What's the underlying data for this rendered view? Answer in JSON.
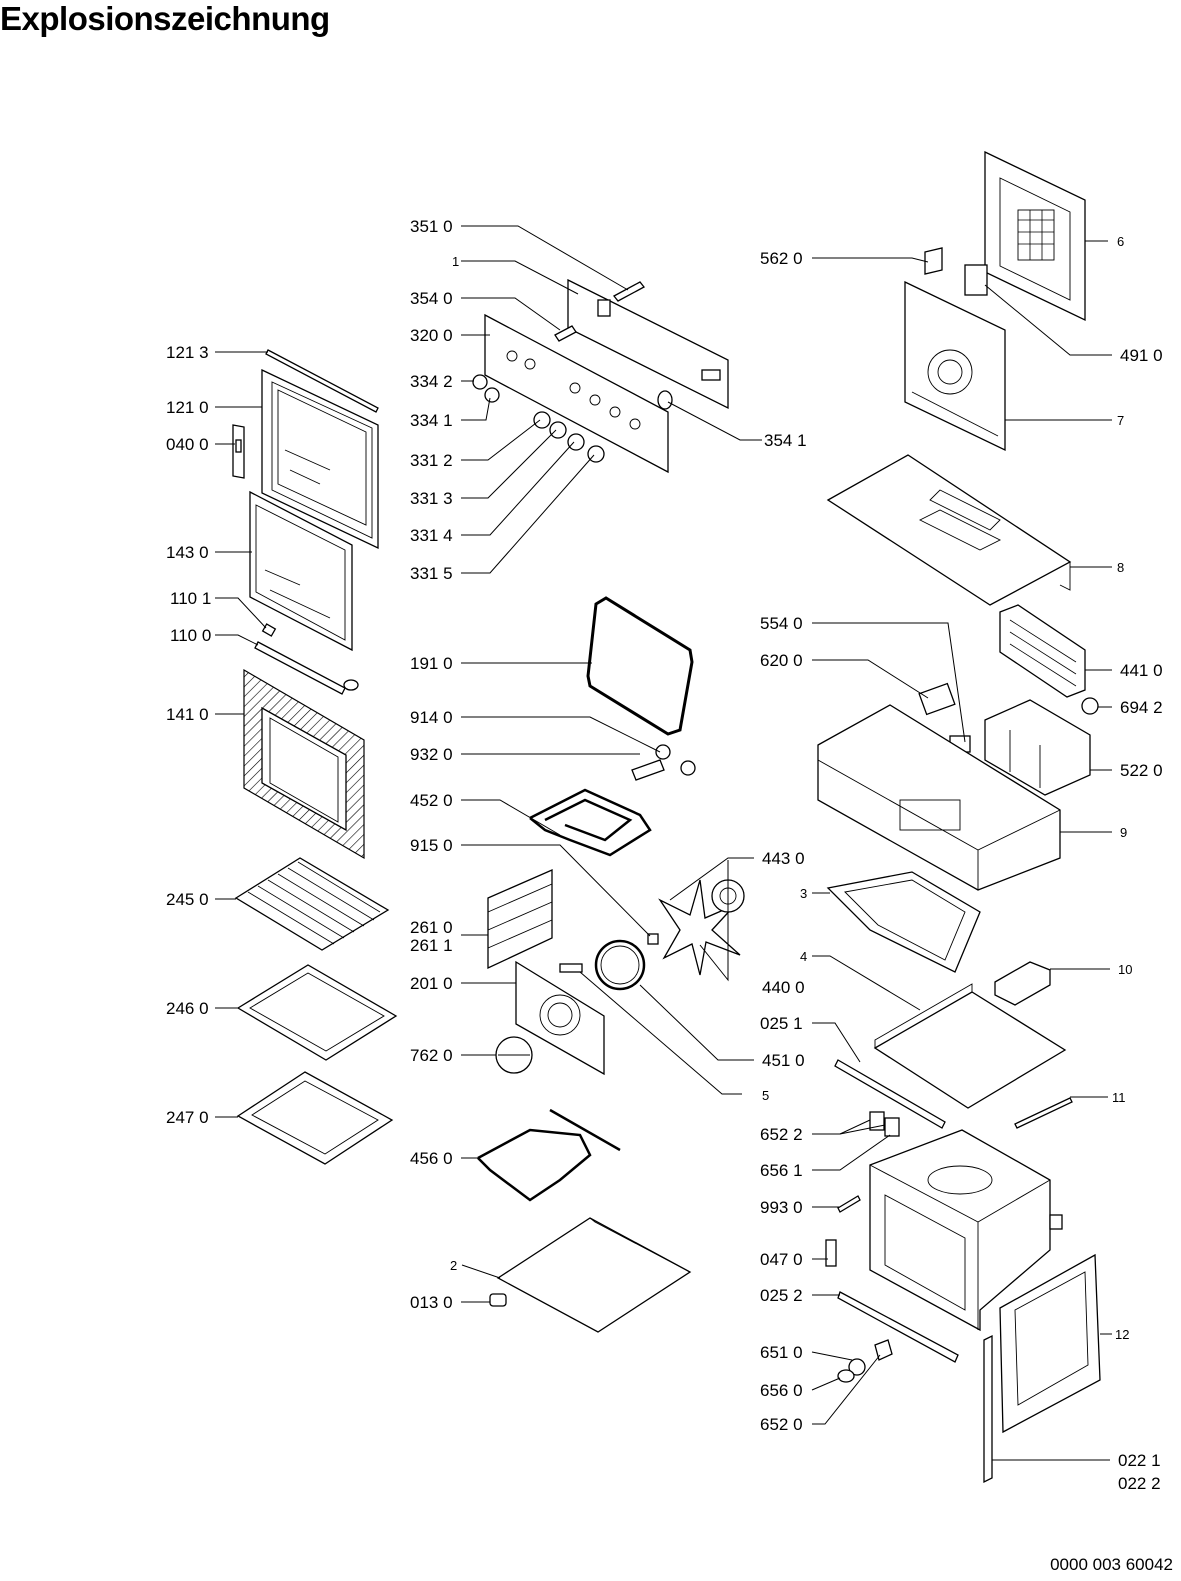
{
  "title": "Explosionszeichnung",
  "footer_code": "0000 003 60042",
  "labels": {
    "l3510": "351 0",
    "l1": "1",
    "l3540": "354 0",
    "l3200": "320 0",
    "l1213": "121 3",
    "l1210": "121 0",
    "l0400": "040 0",
    "l3342": "334 2",
    "l3341": "334 1",
    "l3312": "331 2",
    "l3313": "331 3",
    "l3314": "331 4",
    "l3315": "331 5",
    "l3541": "354 1",
    "l1430": "143 0",
    "l1101": "110 1",
    "l1100": "110 0",
    "l1410": "141 0",
    "l1910": "191 0",
    "l9140": "914 0",
    "l9320": "932 0",
    "l4520": "452 0",
    "l9150": "915 0",
    "l4430": "443 0",
    "l2450": "245 0",
    "l2610": "261 0",
    "l2611": "261 1",
    "l2010": "201 0",
    "l4400": "440 0",
    "l2460": "246 0",
    "l7620": "762 0",
    "l4510": "451 0",
    "l5": "5",
    "l2470": "247 0",
    "l4560": "456 0",
    "l2": "2",
    "l0130": "013 0",
    "l5620": "562 0",
    "l6": "6",
    "l4910": "491 0",
    "l7": "7",
    "l8": "8",
    "l5540": "554 0",
    "l6200": "620 0",
    "l4410": "441 0",
    "l6942": "694 2",
    "l5220": "522 0",
    "l9": "9",
    "l3": "3",
    "l4": "4",
    "l10": "10",
    "l0251": "025 1",
    "l11": "11",
    "l6522": "652 2",
    "l6561": "656 1",
    "l9930": "993 0",
    "l0470": "047 0",
    "l0252": "025 2",
    "l12": "12",
    "l6510": "651 0",
    "l6560": "656 0",
    "l6520": "652 0",
    "l0221": "022 1",
    "l0222": "022 2"
  }
}
